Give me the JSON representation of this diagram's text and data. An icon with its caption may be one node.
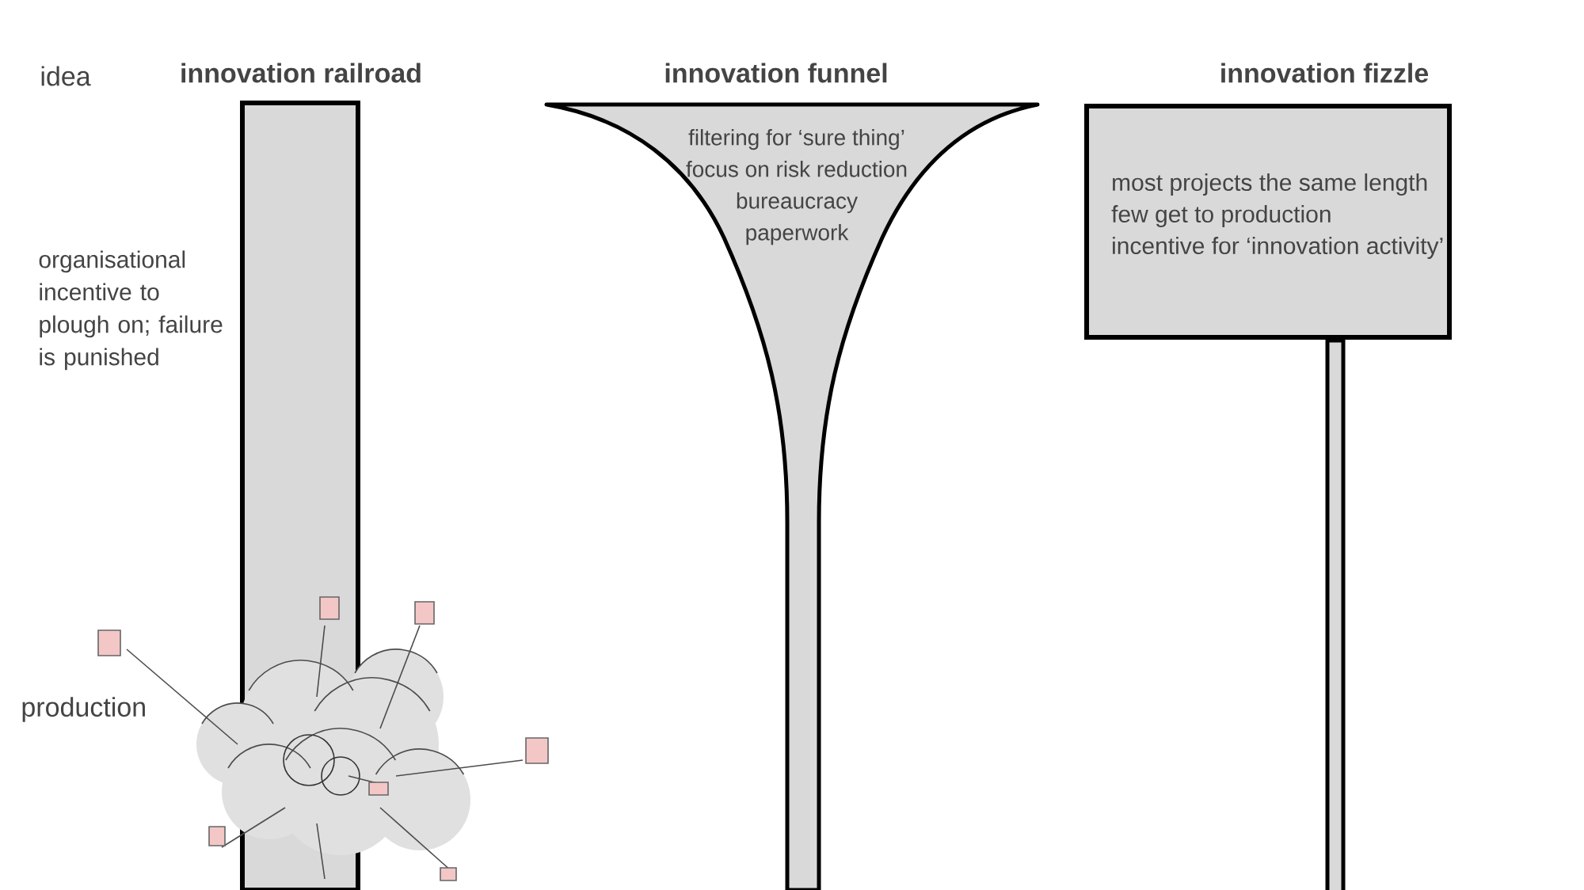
{
  "diagram": {
    "nodes": [
      {
        "text": [
          "innovation railroad"
        ]
      },
      {
        "text": [
          "innovation funnel",
          "filtering for ‘sure thing’",
          "focus on risk reduction",
          "bureaucracy",
          "paperwork"
        ]
      },
      {
        "text": [
          "innovation fizzle",
          "most projects the same length",
          "few get to production",
          "incentive for ‘innovation activity’"
        ]
      }
    ],
    "edges": [],
    "labels": [
      "idea",
      "organisational incentive to plough on; failure is punished",
      "production"
    ]
  }
}
